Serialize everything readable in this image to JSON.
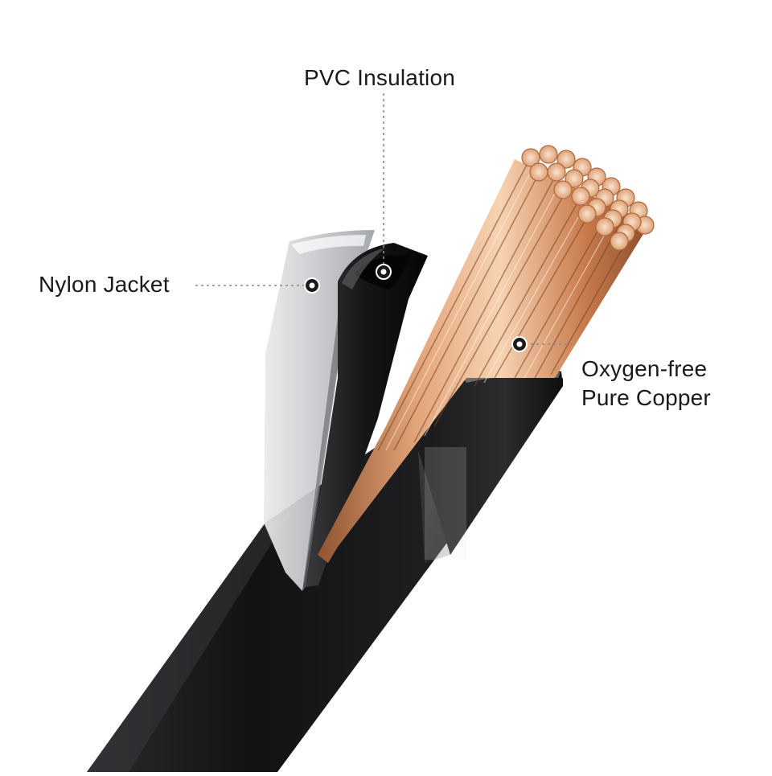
{
  "labels": {
    "pvc_insulation": "PVC Insulation",
    "nylon_jacket": "Nylon Jacket",
    "copper_line1": "Oxygen-free",
    "copper_line2": "Pure Copper"
  },
  "colors": {
    "background": "#ffffff",
    "cable_black": "#1c1c1e",
    "copper": "#d08a5c",
    "copper_light": "#f2c8a4",
    "copper_dark": "#9a5a33",
    "nylon_translucent": "#d9dadd",
    "leader_line": "#8a8a8a",
    "label_text": "#1a1a1a"
  }
}
